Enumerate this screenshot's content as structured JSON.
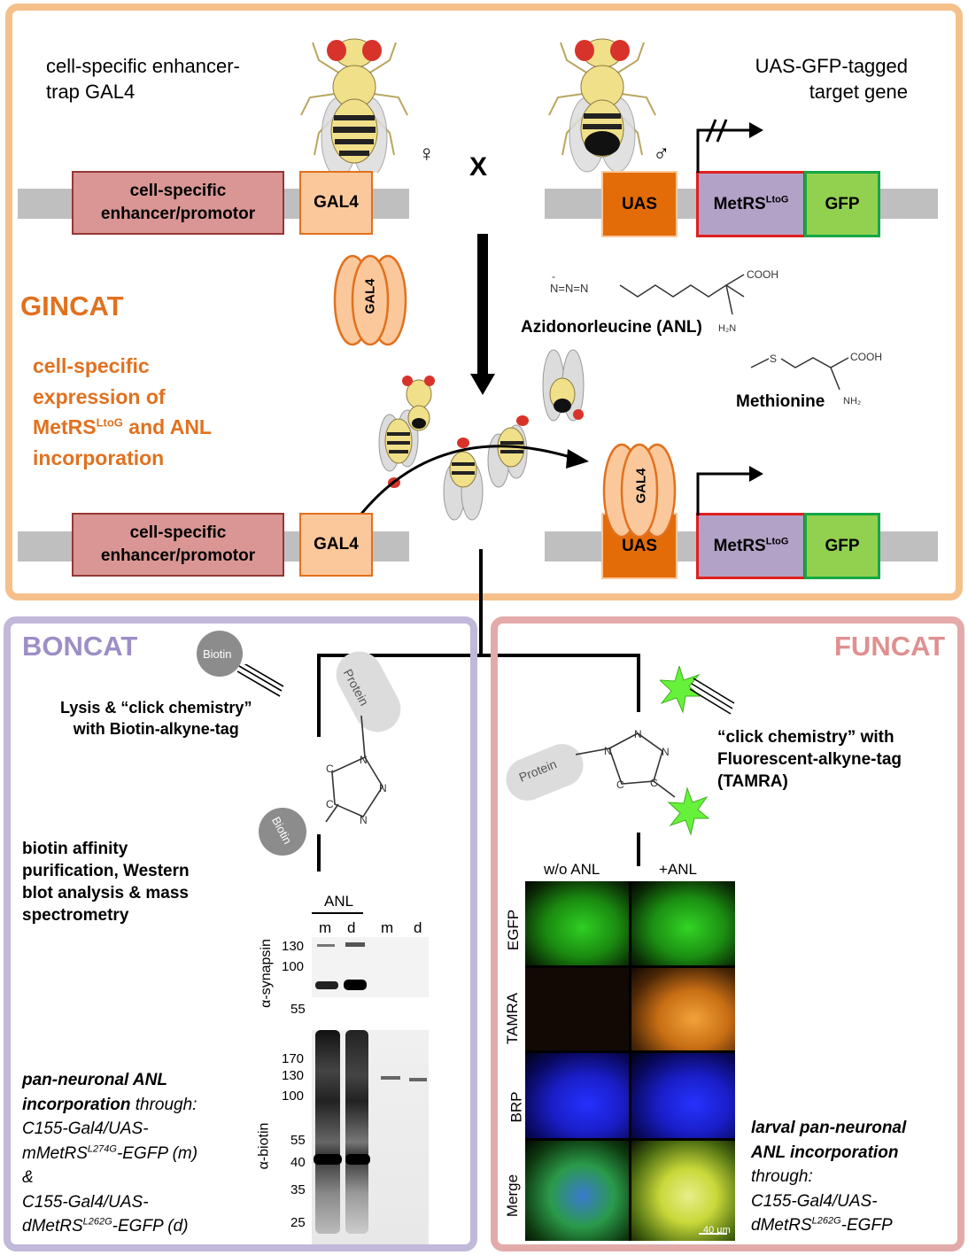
{
  "top": {
    "left_header": [
      "cell-specific enhancer-",
      "trap GAL4"
    ],
    "right_header": [
      "UAS-GFP-tagged",
      "target gene"
    ],
    "cross_symbol": "X",
    "female_symbol": "♀",
    "male_symbol": "♂",
    "enhancer_box": [
      "cell-specific",
      "enhancer/promotor"
    ],
    "gal4_box": "GAL4",
    "uas_box": "UAS",
    "metrs_box": "MetRS",
    "metrs_sup": "LtoG",
    "gfp_box": "GFP",
    "gal4_protein": "GAL4",
    "gincat_title": "GINCAT",
    "gincat_desc": {
      "line1": "cell-specific",
      "line2": "expression of",
      "line3a": "MetRS",
      "line3sup": "LtoG",
      "line3b": " and ANL",
      "line4": "incorporation"
    },
    "anl_label": "Azidonorleucine (ANL)",
    "anl_cooh": "COOH",
    "anl_nh2": "H₂N",
    "anl_n_chain": "N=N=N",
    "met_label": "Methionine",
    "met_cooh": "COOH",
    "met_nh2": "NH₂",
    "met_s": "S"
  },
  "boncat": {
    "title": "BONCAT",
    "biotin_label": "Biotin",
    "protein_label": "Protein",
    "biotin_label2": "Biotin",
    "click_text": [
      "Lysis & “click chemistry”",
      "with Biotin-alkyne-tag"
    ],
    "purification_text": [
      "biotin affinity",
      "purification, Western",
      "blot analysis & mass",
      "spectrometry"
    ],
    "pan_line1": "pan-neuronal ANL",
    "pan_line2a": "incorporation",
    "pan_line2b": " through:",
    "pan_line3": "C155-Gal4/UAS-",
    "pan_line4a": "mMetRS",
    "pan_line4sup": "L274G",
    "pan_line4b": "-EGFP (m)",
    "pan_line5": "&",
    "pan_line6": "C155-Gal4/UAS-",
    "pan_line7a": "dMetRS",
    "pan_line7sup": "L262G",
    "pan_line7b": "-EGFP (d)",
    "blot_anl": "ANL",
    "lane_labels": [
      "m",
      "d",
      "m",
      "d"
    ],
    "synapsin_label": "α-synapsin",
    "biotin_axis_label": "α-biotin",
    "synapsin_ticks": [
      "130",
      "100",
      "55"
    ],
    "biotin_ticks": [
      "170",
      "130",
      "100",
      "55",
      "40",
      "35",
      "25"
    ],
    "triazole_c": "C",
    "triazole_n": "N"
  },
  "funcat": {
    "title": "FUNCAT",
    "protein_label": "Protein",
    "click_text": [
      "“click chemistry” with",
      "Fluorescent-alkyne-tag",
      "(TAMRA)"
    ],
    "col_labels": [
      "w/o ANL",
      "+ANL"
    ],
    "row_labels": [
      "EGFP",
      "TAMRA",
      "BRP",
      "Merge"
    ],
    "scale_bar": "40 µm",
    "larval_line1": "larval pan-neuronal",
    "larval_line2": "ANL incorporation",
    "larval_line3": "through:",
    "larval_line4": "C155-Gal4/UAS-",
    "larval_line5a": "dMetRS",
    "larval_line5sup": "L262G",
    "larval_line5b": "-EGFP"
  },
  "colors": {
    "top_border": "#f5c08a",
    "boncat_border": "#c2b8da",
    "funcat_border": "#e3aaaa",
    "orange_text": "#e1711f",
    "boncat_title": "#9d8ec6",
    "funcat_title": "#df9090"
  }
}
